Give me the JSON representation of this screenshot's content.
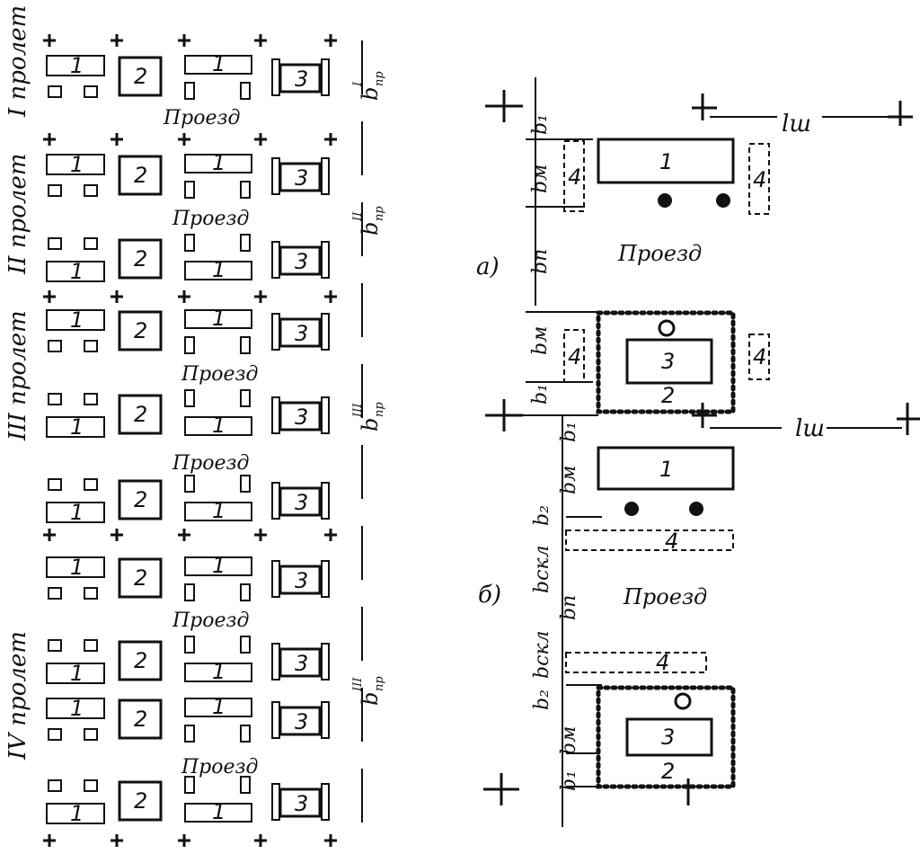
{
  "left": {
    "spans": [
      "I пролет",
      "II пролет",
      "III пролет",
      "IV пролет"
    ],
    "passage": "Проезд",
    "machine_numbers": [
      "1",
      "2",
      "3"
    ],
    "bay_labels": [
      "b",
      "b",
      "b",
      "b"
    ],
    "bay_subs": [
      "пр",
      "пр",
      "пр",
      "пр"
    ],
    "bay_sups": [
      "I",
      "II",
      "III",
      "III"
    ]
  },
  "right": {
    "case_a": "а)",
    "case_b": "б)",
    "passage": "Проезд",
    "items": {
      "machine": "1",
      "box": "2",
      "workpiece": "3",
      "zone": "4"
    },
    "dims": {
      "b1": "b₁",
      "bm": "bм",
      "bp": "bп",
      "b2": "b₂",
      "bskl": "bскл",
      "lsh": "lш"
    }
  }
}
